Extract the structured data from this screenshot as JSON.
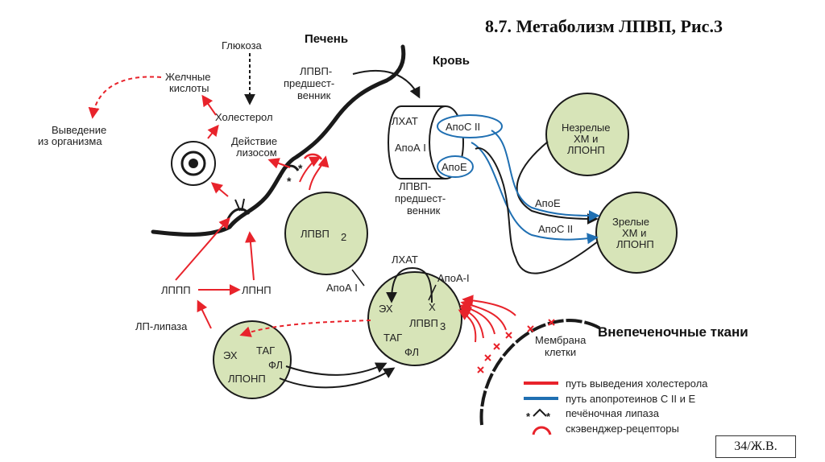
{
  "title": "8.7. Метаболизм ЛПВП, Рис.3",
  "slide_number": "34/Ж.В.",
  "regions": {
    "liver": "Печень",
    "blood": "Кровь",
    "extrahepatic": "Внепеченочные ткани"
  },
  "labels": {
    "glucose": "Глюкоза",
    "bile_acids": [
      "Желчные",
      "кислоты"
    ],
    "excretion": [
      "Выведение",
      "из организма"
    ],
    "cholesterol": "Холестерол",
    "lysosome_action": [
      "Действие",
      "лизосом"
    ],
    "hdl_precursor_liver": [
      "ЛПВП-",
      "предшест-",
      "венник"
    ],
    "hdl_precursor_blood": [
      "ЛПВП-",
      "предшест-",
      "венник"
    ],
    "lcat_disc": "ЛХАТ",
    "apoA1_disc": "АпоА I",
    "apoC2_disc": "АпоС II",
    "apoE_disc": "АпоЕ",
    "immature": [
      "Незрелые",
      "ХМ и",
      "ЛПОНП"
    ],
    "mature": [
      "Зрелые",
      "ХМ и",
      "ЛПОНП"
    ],
    "apoE_arrow": "АпоЕ",
    "apoC2_arrow": "АпоС II",
    "hdl2": "ЛПВП",
    "hdl2_sub": "2",
    "apoA1_hdl2": "АпоА I",
    "lcat_hdl3": "ЛХАТ",
    "apoA1_hdl3": "АпоА-I",
    "hdl3_ex": "ЭХ",
    "hdl3_x": "X",
    "hdl3": "ЛПВП",
    "hdl3_sub": "3",
    "hdl3_tag": "ТАГ",
    "hdl3_fl": "ФЛ",
    "idl": "ЛППП",
    "ldl": "ЛПНП",
    "lp_lipase": "ЛП-липаза",
    "vldl_ex": "ЭХ",
    "vldl_tag": "ТАГ",
    "vldl_fl": "ФЛ",
    "vldl": "ЛПОНП",
    "membrane": [
      "Мембрана",
      "клетки"
    ]
  },
  "legend": [
    {
      "text": "путь выведения холестерола",
      "color": "#e8232b",
      "icon": "red-line"
    },
    {
      "text": "путь апопротеинов С II и Е",
      "color": "#1f6fb2",
      "icon": "blue-line"
    },
    {
      "text": "печёночная липаза",
      "icon": "hepatic-lipase-symbol"
    },
    {
      "text": "скэвенджер-рецепторы",
      "color": "#e8232b",
      "icon": "red-arc"
    }
  ],
  "colors": {
    "red": "#e8232b",
    "blue": "#1f6fb2",
    "particle_fill": "#d7e4b8",
    "line": "#1a1a1a"
  }
}
